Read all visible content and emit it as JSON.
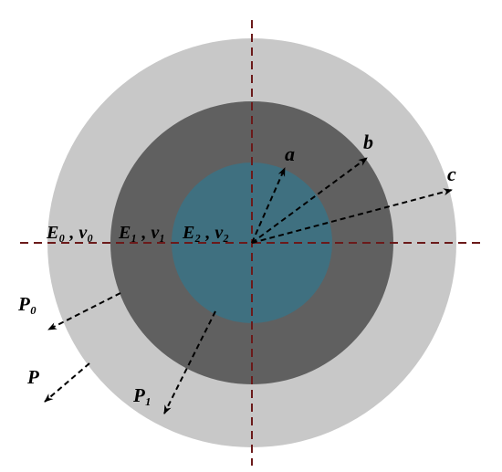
{
  "labels": {
    "a": "a",
    "b": "b",
    "c": "c",
    "layer0_props": "E₀ , v₀",
    "layer1_props": "E₁ , v₁",
    "layer2_props": "E₂ , v₂",
    "pressure_outer": "P",
    "pressure_0": "P₀",
    "pressure_1": "P₁"
  },
  "colors": {
    "outer_layer": "#c8c8c8",
    "middle_layer": "#606060",
    "inner_core": "#3f7080",
    "axis_lines": "#6b1a1a",
    "arrows": "#000000"
  }
}
